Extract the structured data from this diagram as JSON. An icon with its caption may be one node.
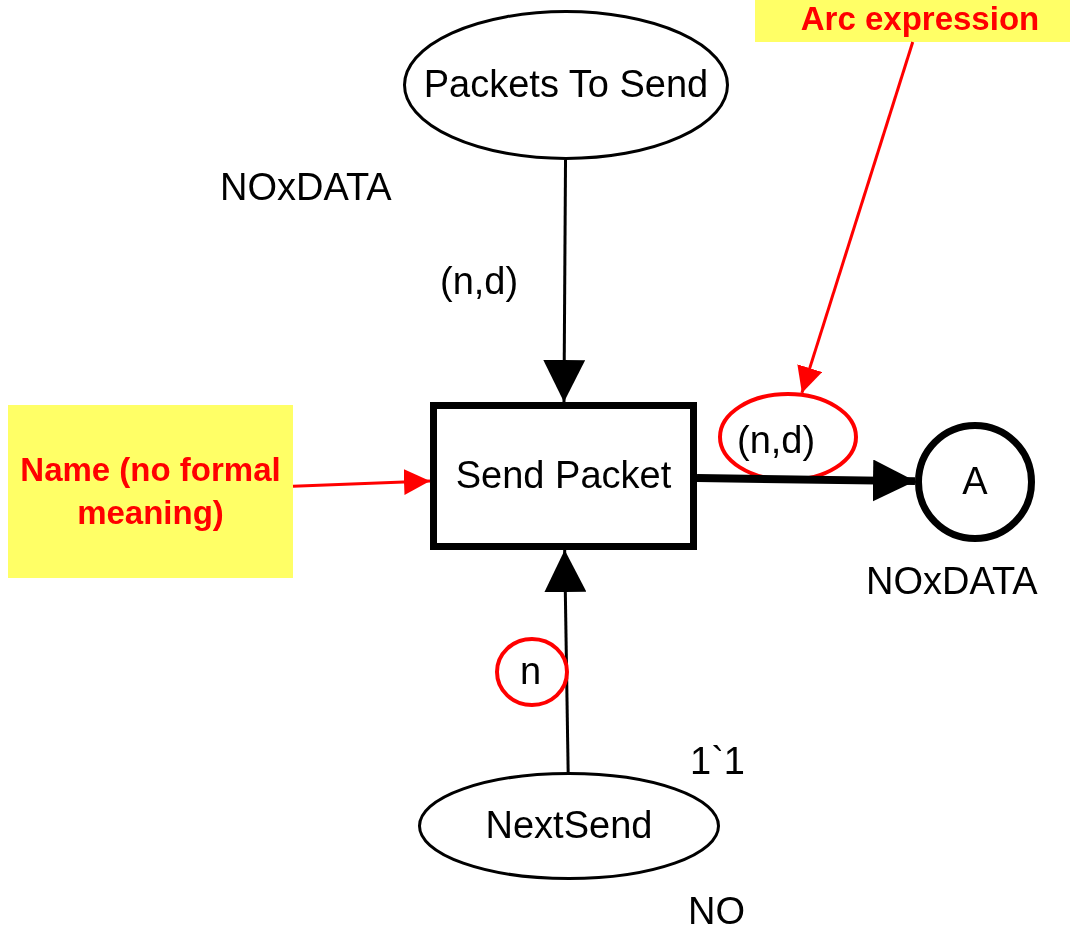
{
  "diagram": {
    "nodes": [
      {
        "text": [
          "Packets To Send"
        ],
        "beside": [
          "NOxDATA"
        ]
      },
      {
        "text": [
          "Send Packet"
        ]
      },
      {
        "text": [
          "A"
        ],
        "beside": [
          "NOxDATA"
        ]
      },
      {
        "text": [
          "NextSend"
        ],
        "beside": [
          "1`1",
          "NO"
        ]
      },
      {
        "text": [
          "Name (no formal meaning)"
        ]
      },
      {
        "text": [
          "Arc expression"
        ]
      },
      {
        "text": [],
        "shape": "circle"
      }
    ],
    "edges": [
      {
        "from": 0,
        "to": 1,
        "arrow": "to",
        "label": "(n,d)"
      },
      {
        "from": 1,
        "to": 2,
        "arrow": "to",
        "label": "(n,d)",
        "style": "thick"
      },
      {
        "from": 3,
        "to": 1,
        "arrow": "to",
        "label": "n"
      },
      {
        "from": 4,
        "to": 1,
        "arrow": "to",
        "color": "#ff0000"
      },
      {
        "from": 5,
        "to": 6,
        "arrow": "to",
        "color": "#ff0000"
      }
    ]
  }
}
